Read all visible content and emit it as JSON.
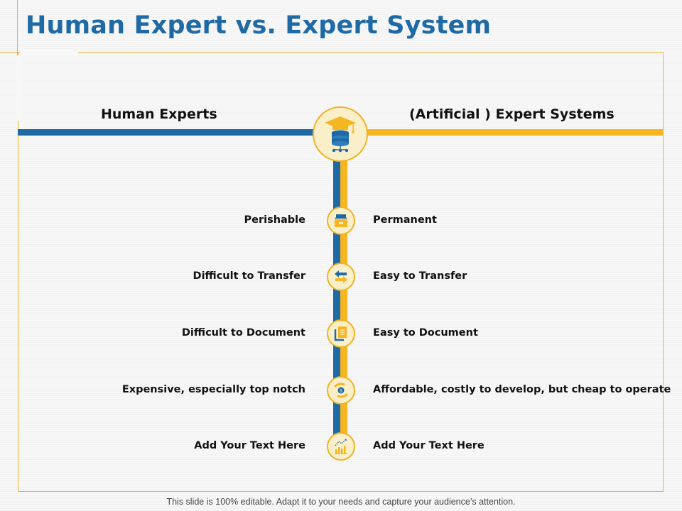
{
  "title": "Human Expert vs. Expert System",
  "columns": {
    "left_heading": "Human Experts",
    "right_heading": "(Artificial ) Expert Systems"
  },
  "rows": [
    {
      "left": "Perishable",
      "right": "Permanent",
      "icon": "storage-box-icon"
    },
    {
      "left": "Difficult to Transfer",
      "right": "Easy to  Transfer",
      "icon": "transfer-arrows-icon"
    },
    {
      "left": "Difficult to Document",
      "right": "Easy to Document",
      "icon": "document-icon"
    },
    {
      "left": "Expensive, especially top notch",
      "right": "Affordable, costly to develop, but cheap to operate",
      "icon": "money-hands-icon"
    },
    {
      "left": "Add Your Text Here",
      "right": "Add Your Text Here",
      "icon": "growth-chart-icon"
    }
  ],
  "center_icon": "graduation-cap-database-icon",
  "footer": "This slide is 100% editable. Adapt it to your needs and capture your audience’s attention.",
  "colors": {
    "blue": "#1f6aa5",
    "yellow": "#f5b621",
    "icon_fill": "#fbefc9"
  }
}
